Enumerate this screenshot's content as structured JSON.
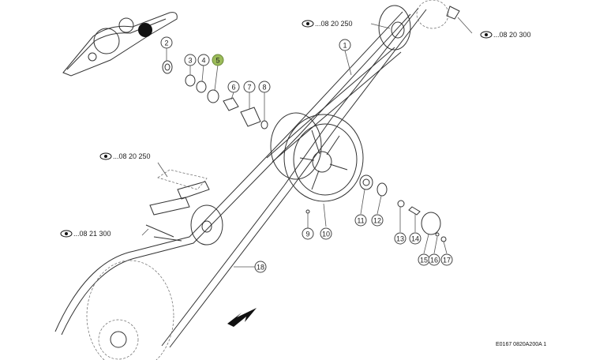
{
  "callouts": [
    {
      "id": "1",
      "label": "1"
    },
    {
      "id": "2",
      "label": "2"
    },
    {
      "id": "3",
      "label": "3"
    },
    {
      "id": "4",
      "label": "4"
    },
    {
      "id": "5",
      "label": "5"
    },
    {
      "id": "6",
      "label": "6"
    },
    {
      "id": "7",
      "label": "7"
    },
    {
      "id": "8",
      "label": "8"
    },
    {
      "id": "9",
      "label": "9"
    },
    {
      "id": "10",
      "label": "10"
    },
    {
      "id": "11",
      "label": "11"
    },
    {
      "id": "12",
      "label": "12"
    },
    {
      "id": "13",
      "label": "13"
    },
    {
      "id": "14",
      "label": "14"
    },
    {
      "id": "15",
      "label": "15"
    },
    {
      "id": "16",
      "label": "16"
    },
    {
      "id": "17",
      "label": "17"
    },
    {
      "id": "18",
      "label": "18"
    }
  ],
  "highlighted_callout": "5",
  "references": [
    {
      "id": "ref-top",
      "text": "...08 20 250",
      "icon": "eye-icon"
    },
    {
      "id": "ref-top-right",
      "text": "...08 20 300",
      "icon": "eye-icon"
    },
    {
      "id": "ref-mid-left",
      "text": "...08 20 250",
      "icon": "eye-icon"
    },
    {
      "id": "ref-left",
      "text": "...08 21 300",
      "icon": "eye-icon"
    }
  ],
  "footer": {
    "code": "E0167 0820A200A 1"
  },
  "colors": {
    "highlight": "#9bbb59",
    "line": "#333333"
  }
}
